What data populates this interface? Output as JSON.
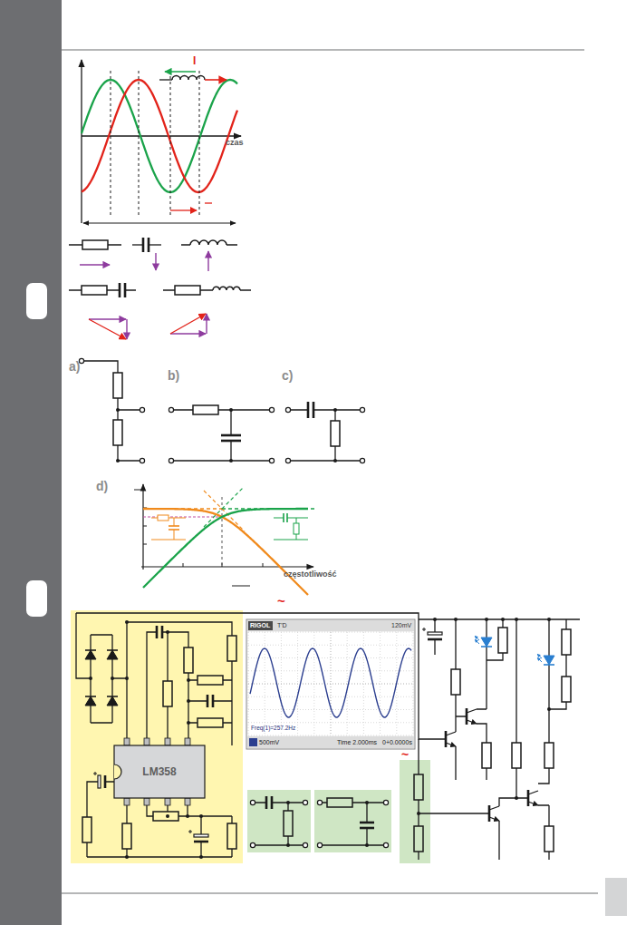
{
  "diagram": {
    "nodes": [
      {
        "text": [
          "RIGOL",
          "T'D",
          "120mV",
          "Freq(1)=257.2Hz",
          "500mV",
          "Time 2.000ms",
          "0+0.0000s"
        ]
      },
      {
        "text": [
          "LM358"
        ]
      }
    ],
    "labels": [
      "I",
      "czas",
      "a)",
      "b)",
      "c)",
      "d)",
      "częstotliwość",
      "~",
      "~"
    ]
  }
}
